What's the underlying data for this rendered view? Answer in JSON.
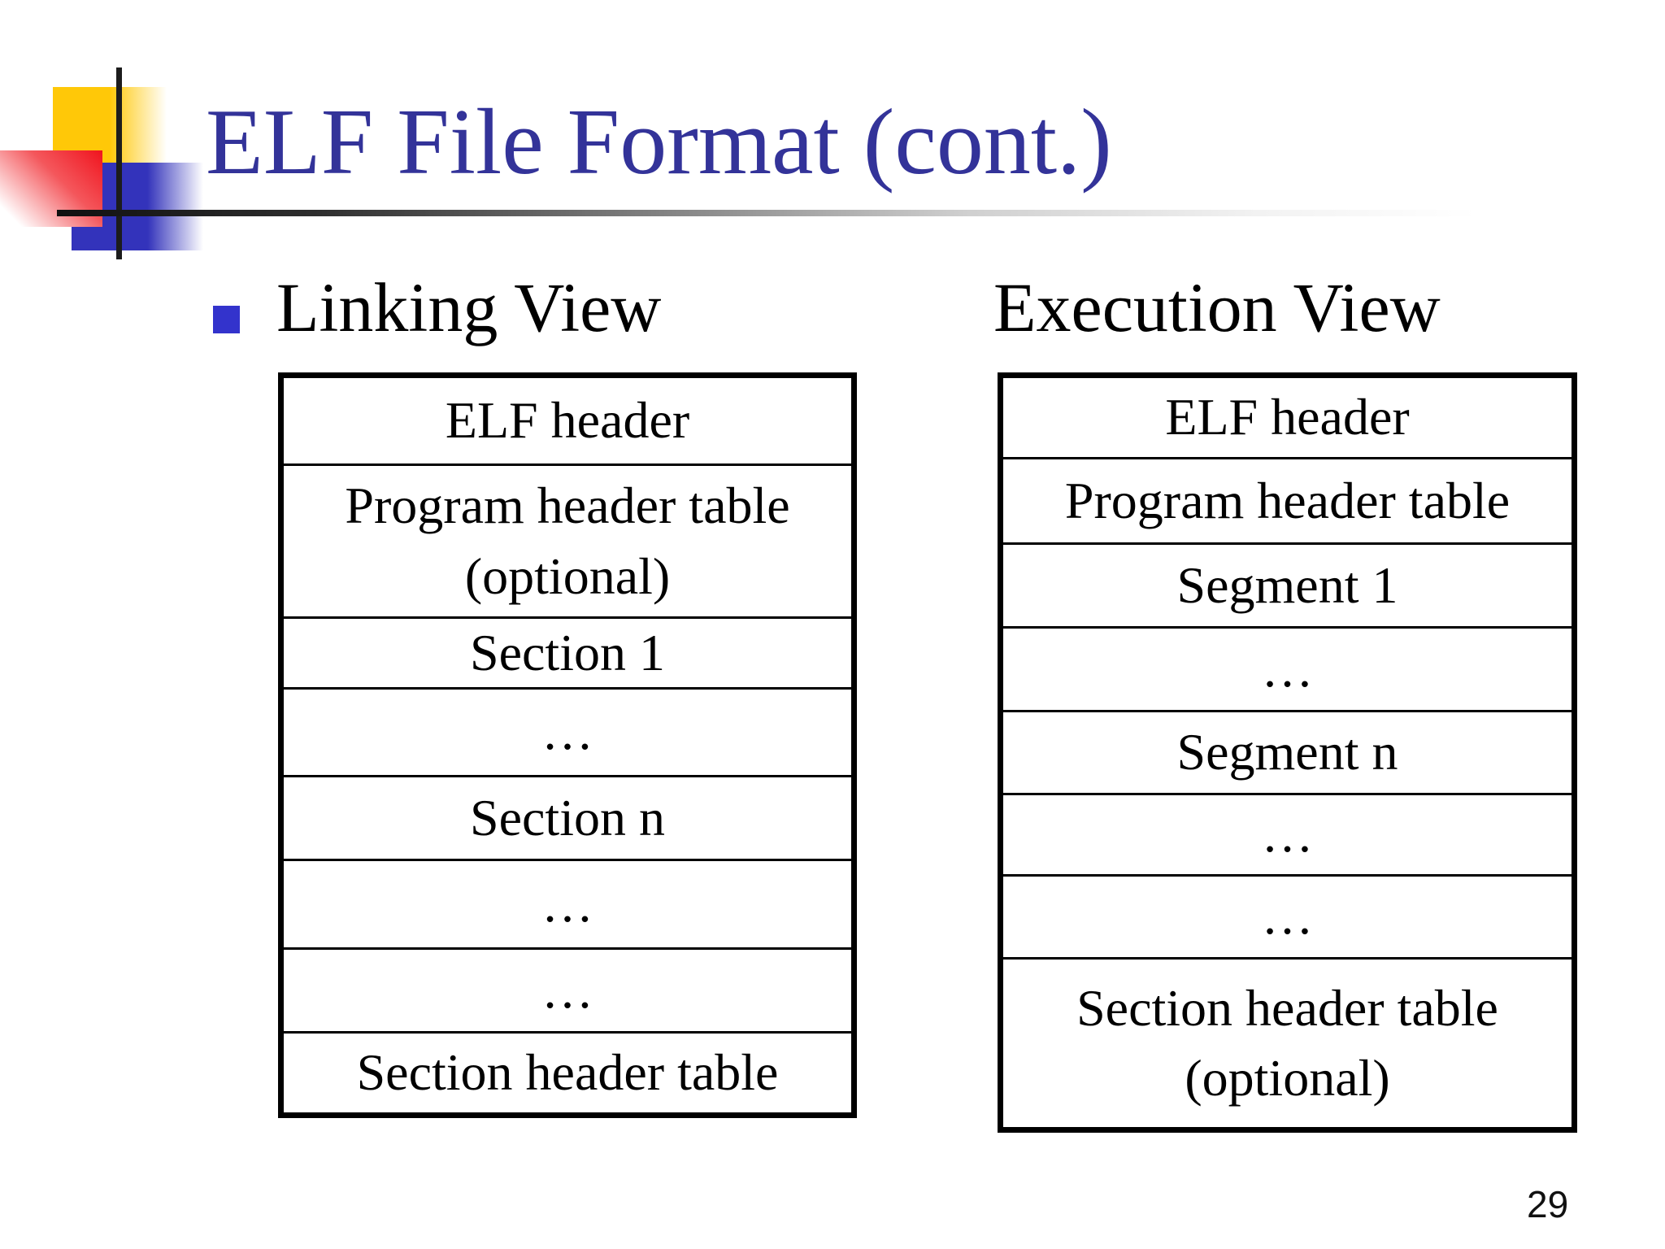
{
  "slide": {
    "title": "ELF File Format (cont.)",
    "page_number": "29"
  },
  "headings": [
    {
      "id": "linking",
      "label": "Linking View"
    },
    {
      "id": "execution",
      "label": "Execution View"
    }
  ],
  "tables": [
    {
      "id": "linking",
      "heading": "Linking View",
      "rows": [
        "ELF header",
        "Program header table\n(optional)",
        "Section 1",
        "…",
        "Section n",
        "…",
        "…",
        "Section header table"
      ]
    },
    {
      "id": "execution",
      "heading": "Execution View",
      "rows": [
        "ELF header",
        "Program header table",
        "Segment 1",
        "…",
        "Segment n",
        "…",
        "…",
        "Section header table\n(optional)"
      ]
    }
  ],
  "colors": {
    "title": "#333399",
    "bullet": "#3333CC",
    "logo_yellow": "#FFC808",
    "logo_red": "#F0141E",
    "logo_blue": "#3333BB",
    "text": "#000000"
  }
}
